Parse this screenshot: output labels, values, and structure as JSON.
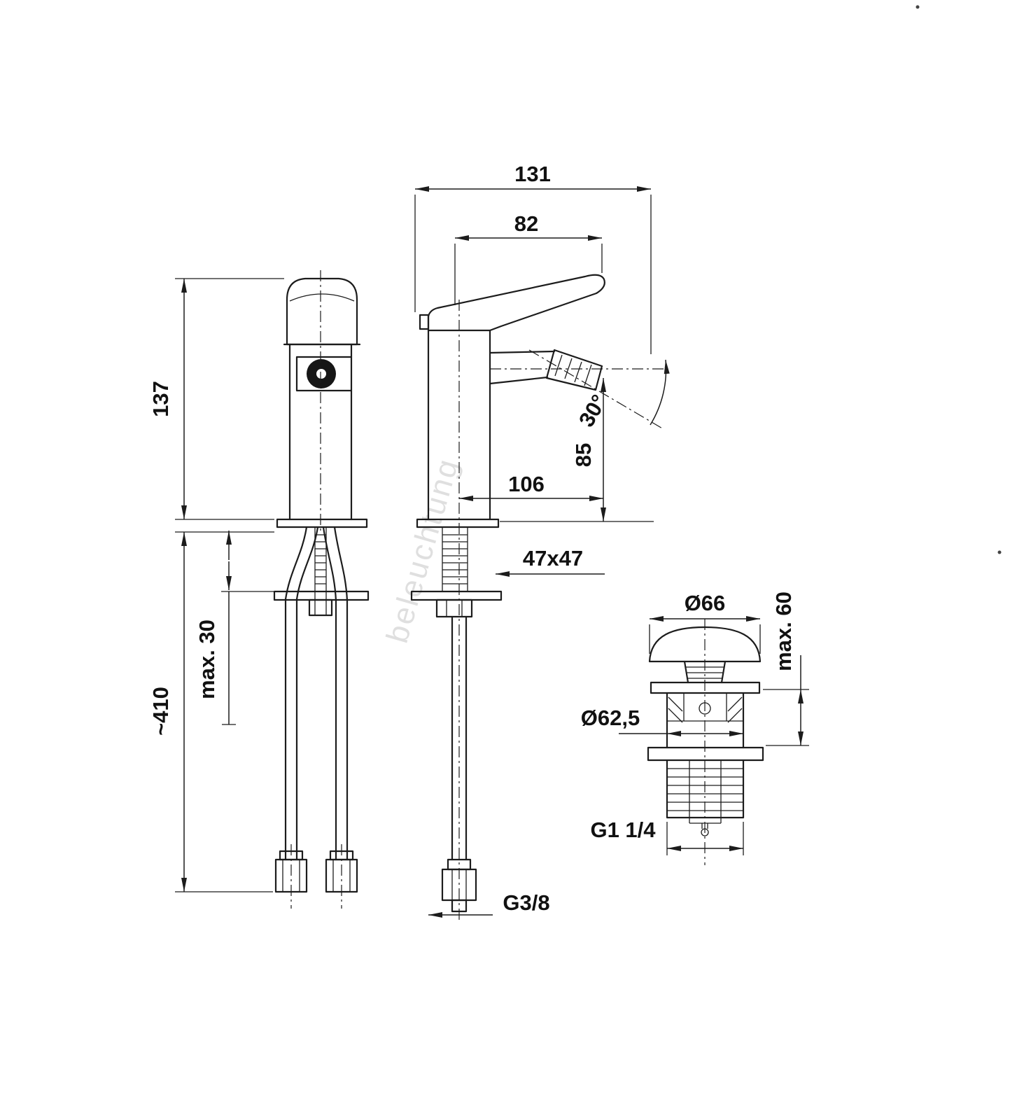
{
  "style": {
    "line_color": "#1c1c1c",
    "watermark_color": "#c6c6c6",
    "background": "#ffffff"
  },
  "labels": {
    "front": {
      "height": "137",
      "hose_length": "~410",
      "mount_thickness": "max. 30"
    },
    "side": {
      "overall_width": "131",
      "lever_length": "82",
      "spout_reach": "106",
      "spout_height": "85",
      "swivel_angle": "30°",
      "base_size": "47x47",
      "supply_thread": "G3/8"
    },
    "drain": {
      "cap_diameter": "Ø66",
      "max_height": "max. 60",
      "body_diameter": "Ø62,5",
      "thread": "G1 1/4"
    },
    "watermark": "beleuchtung"
  }
}
